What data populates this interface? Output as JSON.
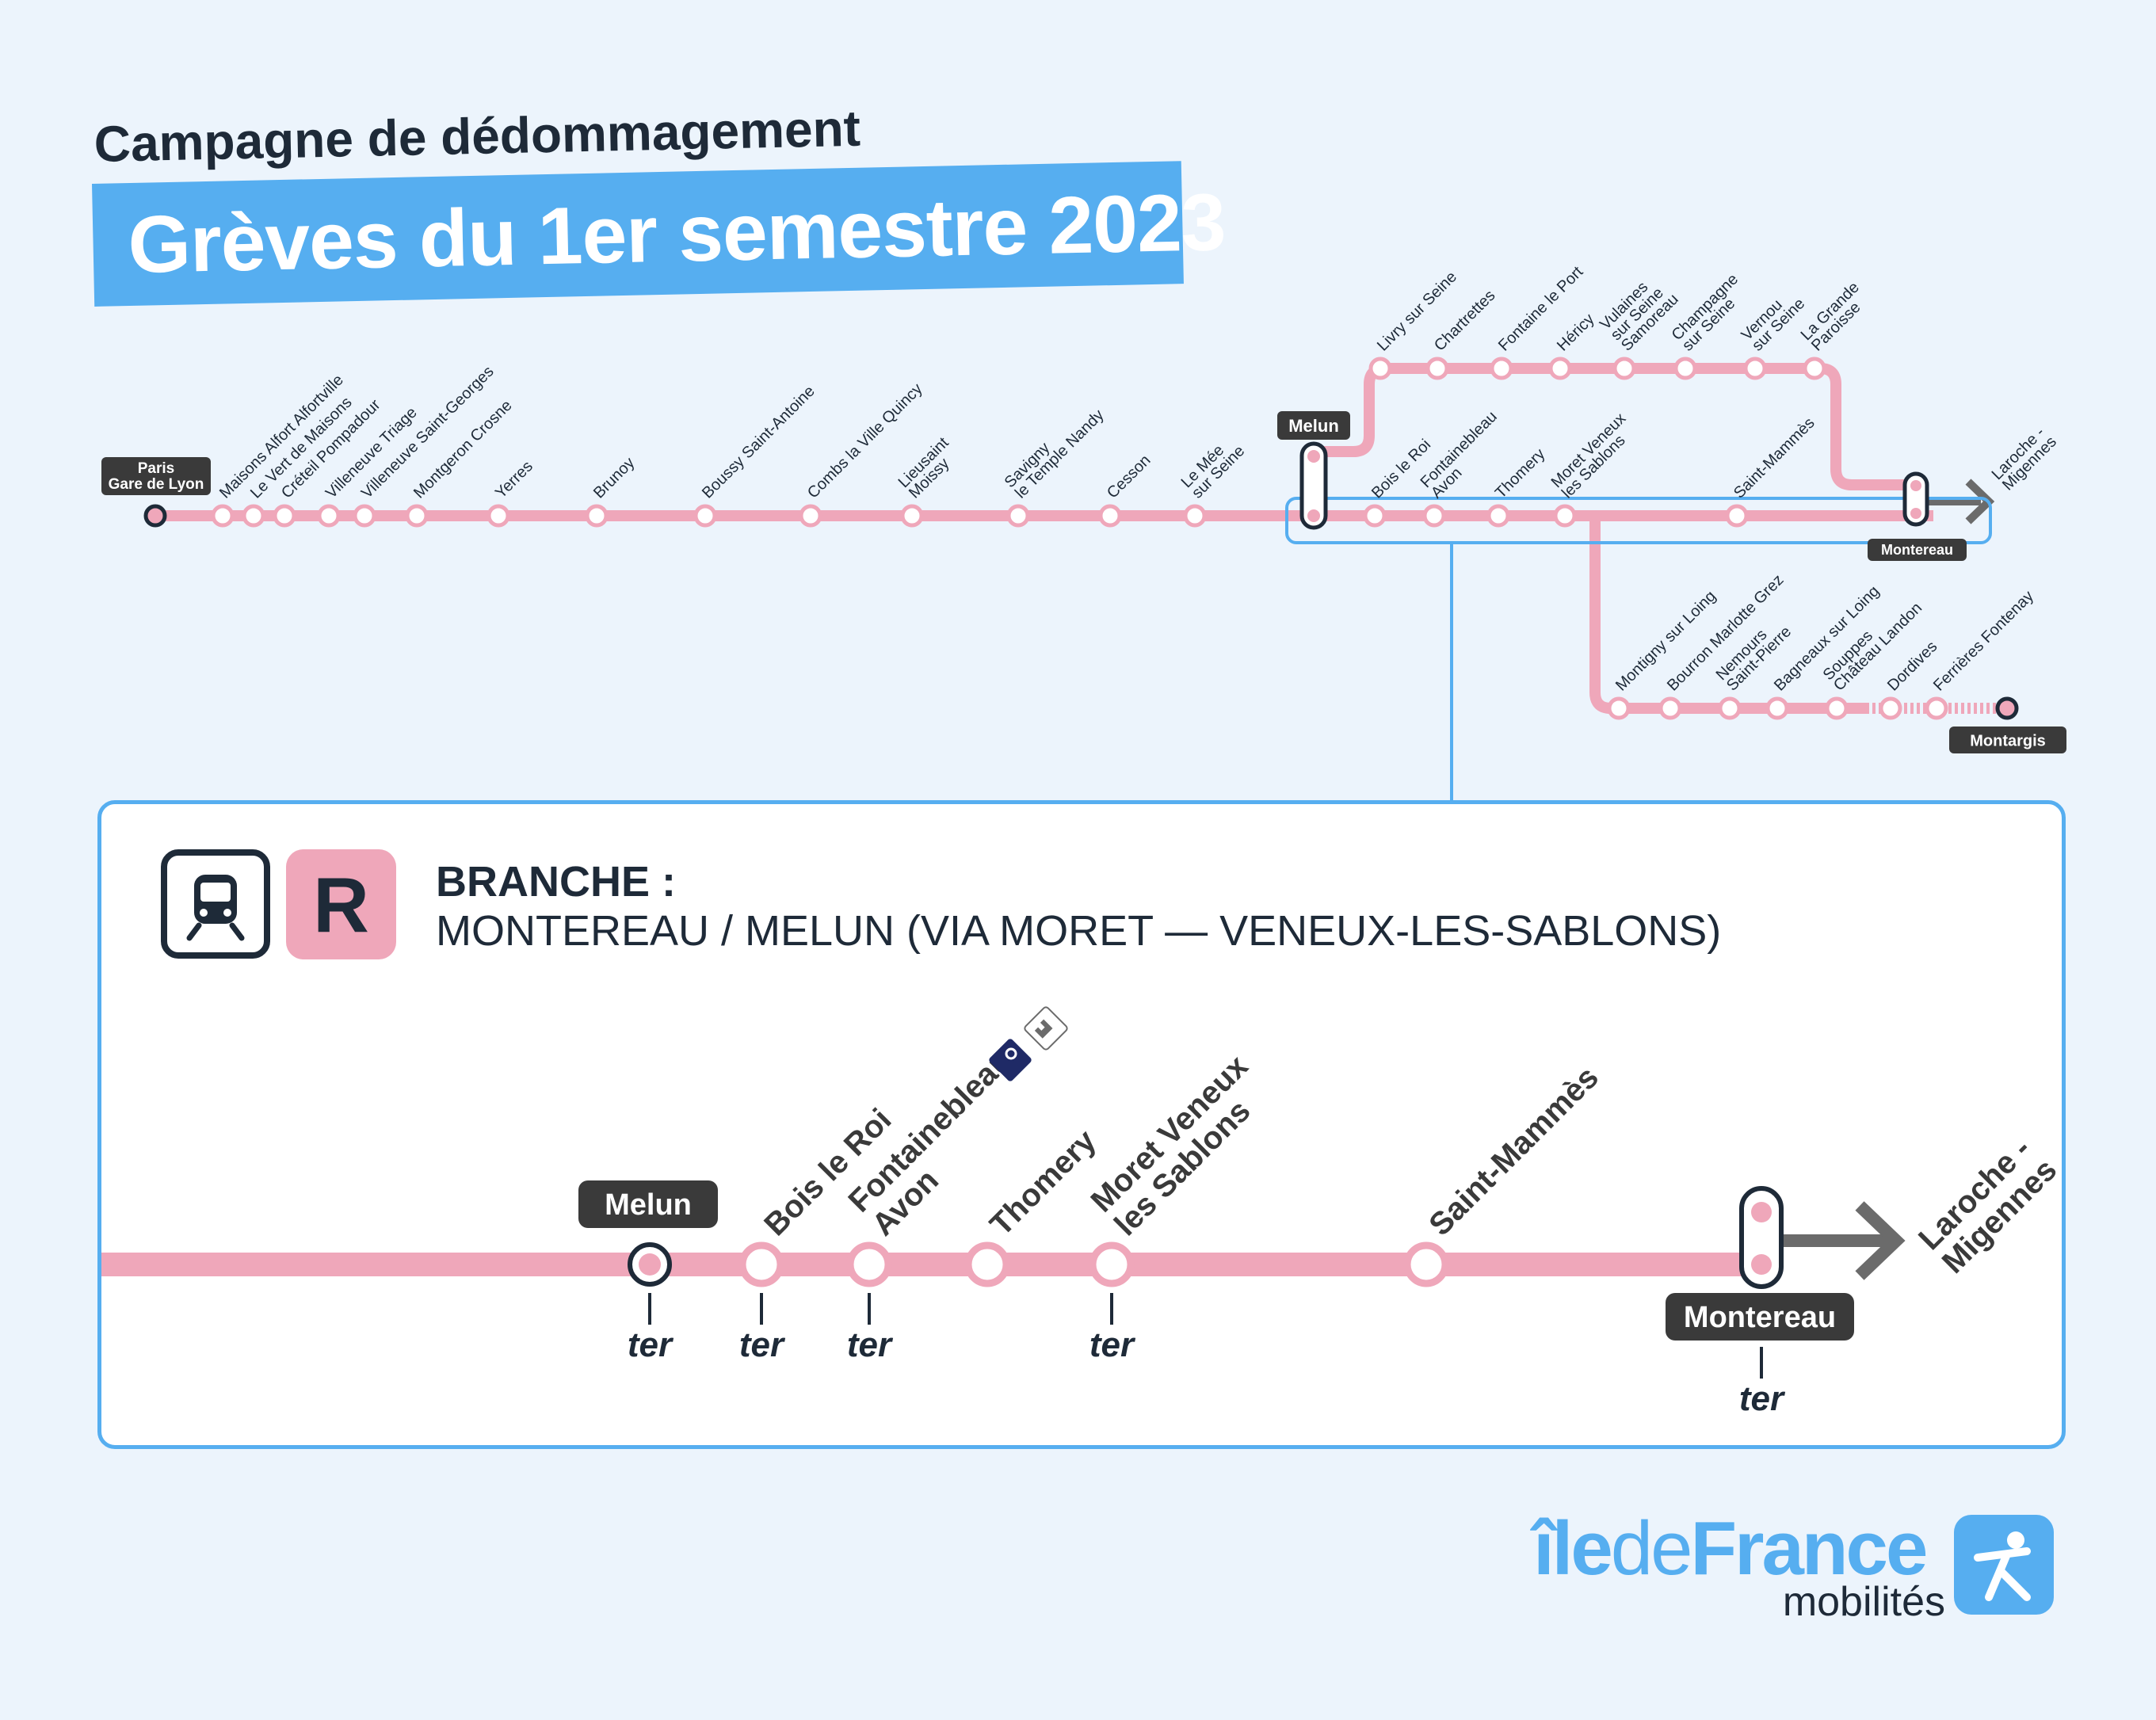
{
  "header": {
    "kicker": "Campagne de dédommagement",
    "banner": "Grèves du 1er semestre 2023"
  },
  "colors": {
    "line": "#efa7ba",
    "accent": "#56aef0",
    "dark": "#3a3a3a",
    "text": "#1e2a38"
  },
  "overview_map": {
    "terminus_paris": [
      "Paris",
      "Gare de Lyon"
    ],
    "main_stations": [
      [
        "Maisons Alfort Alfortville"
      ],
      [
        "Le Vert de Maisons"
      ],
      [
        "Créteil Pompadour"
      ],
      [
        "Villeneuve Triage"
      ],
      [
        "Villeneuve Saint-Georges"
      ],
      [
        "Montgeron Crosne"
      ],
      [
        "Yerres"
      ],
      [
        "Brunoy"
      ],
      [
        "Boussy Saint-Antoine"
      ],
      [
        "Combs la Ville Quincy"
      ],
      [
        "Lieusaint",
        "Moissy"
      ],
      [
        "Savigny",
        "le Temple Nandy"
      ],
      [
        "Cesson"
      ],
      [
        "Le Mée",
        "sur Seine"
      ]
    ],
    "melun_label": "Melun",
    "upper_branch_stations": [
      [
        "Livry sur Seine"
      ],
      [
        "Chartrettes"
      ],
      [
        "Fontaine le Port"
      ],
      [
        "Héricy"
      ],
      [
        "Vulaines",
        "sur Seine",
        "Samoreau"
      ],
      [
        "Champagne",
        "sur Seine"
      ],
      [
        "Vernou",
        "sur Seine"
      ],
      [
        "La Grande",
        "Paroisse"
      ]
    ],
    "lower_branch_stations": [
      [
        "Bois le Roi"
      ],
      [
        "Fontainebleau",
        "Avon"
      ],
      [
        "Thomery"
      ],
      [
        "Moret Veneux",
        "les Sablons"
      ],
      [
        "Saint-Mammès"
      ]
    ],
    "montereau_label": "Montereau",
    "laroche_label": [
      "Laroche -",
      "Migennes"
    ],
    "montargis_branch_stations": [
      [
        "Montigny sur Loing"
      ],
      [
        "Bourron Marlotte Grez"
      ],
      [
        "Nemours",
        "Saint-Pierre"
      ],
      [
        "Bagneaux sur Loing"
      ],
      [
        "Souppes",
        "Château Landon"
      ],
      [
        "Dordives"
      ],
      [
        "Ferrières Fontenay"
      ]
    ],
    "montargis_label": "Montargis"
  },
  "branch": {
    "line_letter": "R",
    "mode_icon": "train-icon",
    "title": "BRANCHE :",
    "subtitle": "MONTEREAU / MELUN  (VIA  MORET — VENEUX-LES-SABLONS)",
    "melun_label": "Melun",
    "montereau_label": "Montereau",
    "laroche_label": [
      "Laroche -",
      "Migennes"
    ],
    "stations": [
      [
        "Bois le Roi"
      ],
      [
        "Fontainebleau",
        "Avon"
      ],
      [
        "Thomery"
      ],
      [
        "Moret Veneux",
        "les Sablons"
      ],
      [
        "Saint-Mammès"
      ]
    ],
    "ter_label": "ter",
    "accessibility_icon": "wheelchair-icon",
    "chateau_icon": "castle-icon"
  },
  "logo": {
    "part1": "île",
    "part2": "de",
    "part3": "France",
    "sub": "mobilités",
    "badge_icon": "running-person-icon"
  }
}
